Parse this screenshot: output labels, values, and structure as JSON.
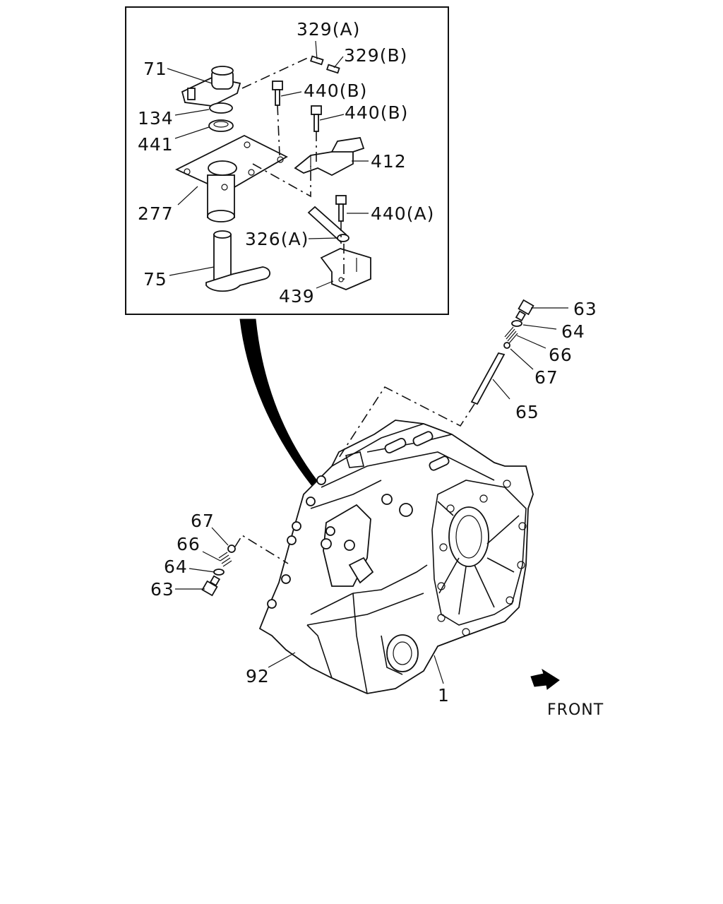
{
  "labels": {
    "p329a": "329(A)",
    "p329b": "329(B)",
    "p71": "71",
    "p440b_1": "440(B)",
    "p440b_2": "440(B)",
    "p134": "134",
    "p441": "441",
    "p412": "412",
    "p277": "277",
    "p440a": "440(A)",
    "p326a": "326(A)",
    "p75": "75",
    "p439": "439",
    "p63_r": "63",
    "p64_r": "64",
    "p66_r": "66",
    "p67_r": "67",
    "p65": "65",
    "p67_l": "67",
    "p66_l": "66",
    "p64_l": "64",
    "p63_l": "63",
    "p92": "92",
    "p1": "1",
    "front": "FRONT"
  }
}
